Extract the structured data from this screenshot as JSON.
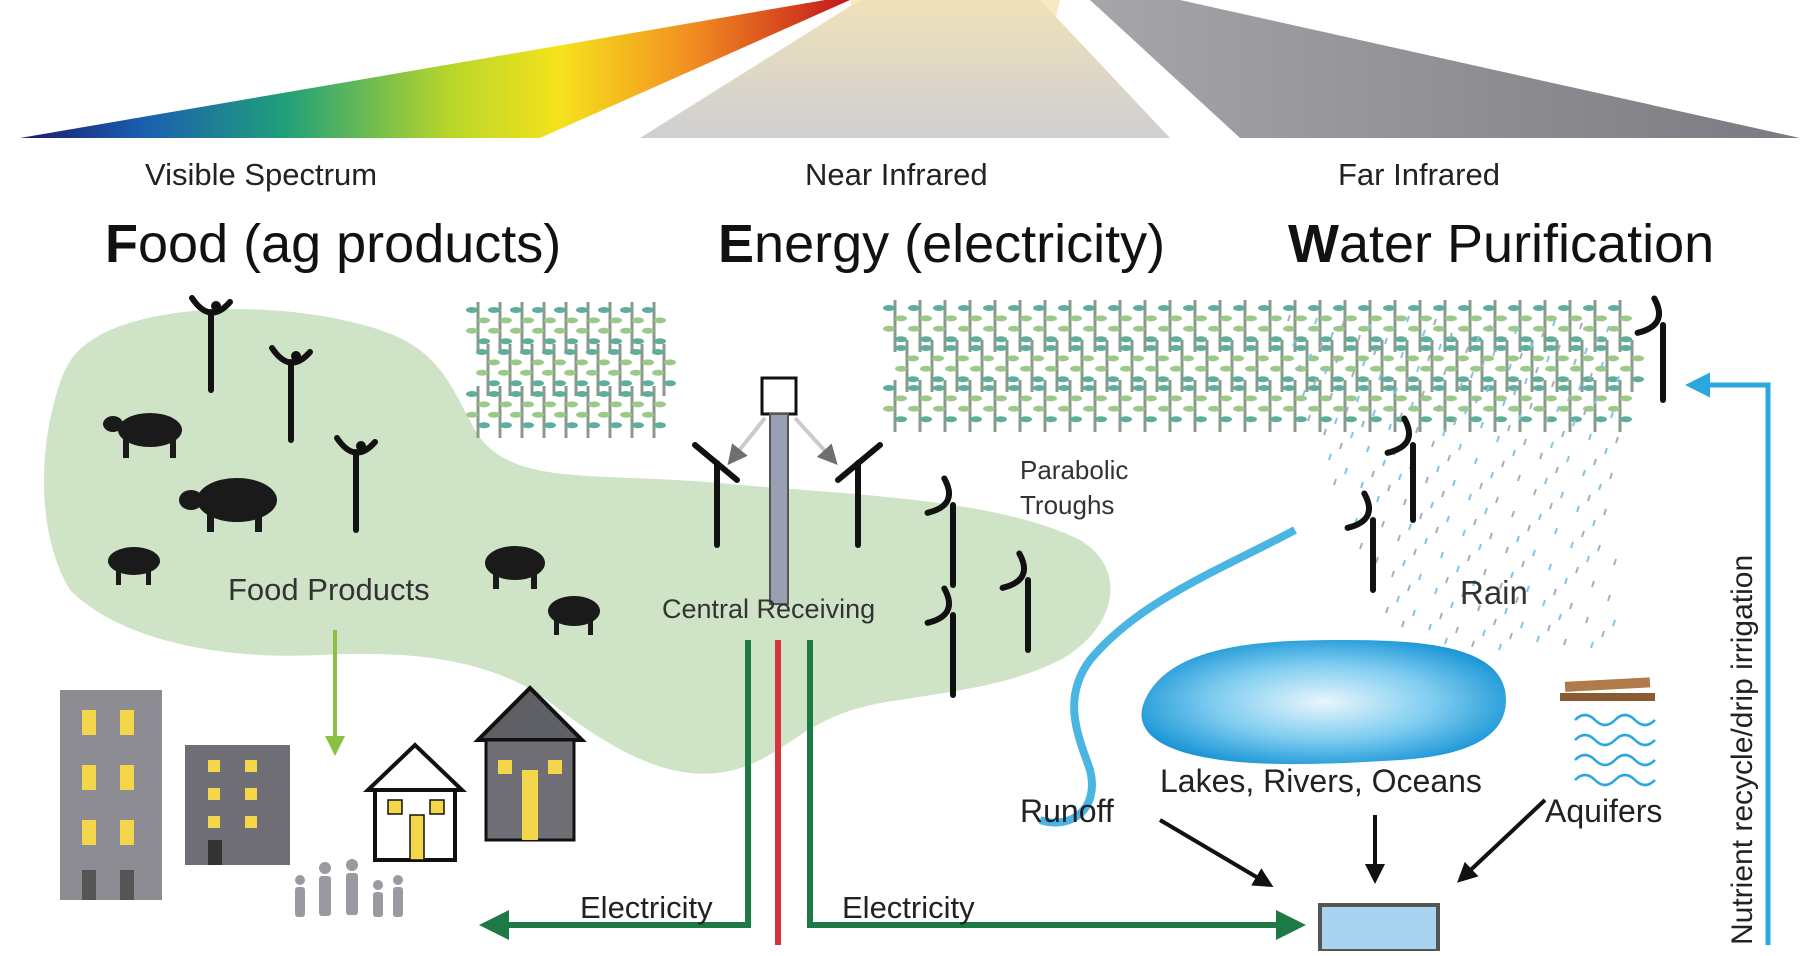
{
  "spectrum": {
    "visible_label": "Visible Spectrum",
    "near_label": "Near Infrared",
    "far_label": "Far Infrared"
  },
  "headings": {
    "food": {
      "initial": "F",
      "rest": "ood (ag products)"
    },
    "energy": {
      "initial": "E",
      "rest": "nergy (electricity)"
    },
    "water": {
      "initial": "W",
      "rest": "ater Purification"
    }
  },
  "labels": {
    "food_products": "Food Products",
    "central_receiving": "Central Receiving",
    "parabolic_line1": "Parabolic",
    "parabolic_line2": "Troughs",
    "rain": "Rain",
    "lakes": "Lakes, Rivers, Oceans",
    "runoff": "Runoff",
    "aquifers": "Aquifers",
    "electricity_left": "Electricity",
    "electricity_right": "Electricity",
    "nutrient": "Nutrient recycle/drip irrigation"
  },
  "colors": {
    "land_green": "#cfe3c6",
    "pipe_green": "#1d7a45",
    "pipe_red": "#d4343c",
    "water_blue": "#2aa7de",
    "building_gray": "#8c8c92",
    "window_yellow": "#f3d64a",
    "plant_green": "#8ab58a"
  }
}
